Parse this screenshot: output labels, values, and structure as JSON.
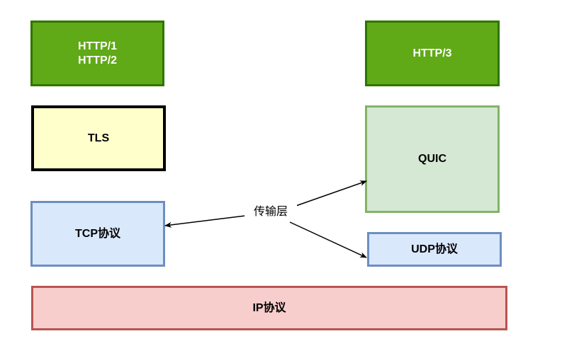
{
  "nodes": {
    "http12": {
      "line1": "HTTP/1",
      "line2": "HTTP/2"
    },
    "http3": {
      "label": "HTTP/3"
    },
    "tls": {
      "label": "TLS"
    },
    "quic": {
      "label": "QUIC"
    },
    "tcp": {
      "label": "TCP协议"
    },
    "udp": {
      "label": "UDP协议"
    },
    "ip": {
      "label": "IP协议"
    }
  },
  "edges": {
    "transport_label": "传输层"
  },
  "colors": {
    "app_layer_fill": "#60a917",
    "app_layer_border": "#2d7600",
    "tls_fill": "#ffffcc",
    "tls_border": "#000000",
    "quic_fill": "#d5e8d4",
    "quic_border": "#82b366",
    "transport_fill": "#dae8fc",
    "transport_border": "#6c8ebf",
    "ip_fill": "#f8cecc",
    "ip_border": "#b85450"
  }
}
